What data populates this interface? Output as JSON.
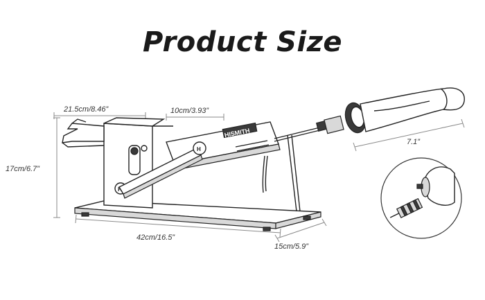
{
  "title": "Product Size",
  "brand": "HISMITH",
  "dimensions": {
    "top_length": "21.5cm/8.46”",
    "stroke": "10cm/3.93”",
    "height": "17cm/6.7”",
    "base_length": "42cm/16.5”",
    "base_width": "15cm/5.9”",
    "attachment": "7.1”"
  }
}
